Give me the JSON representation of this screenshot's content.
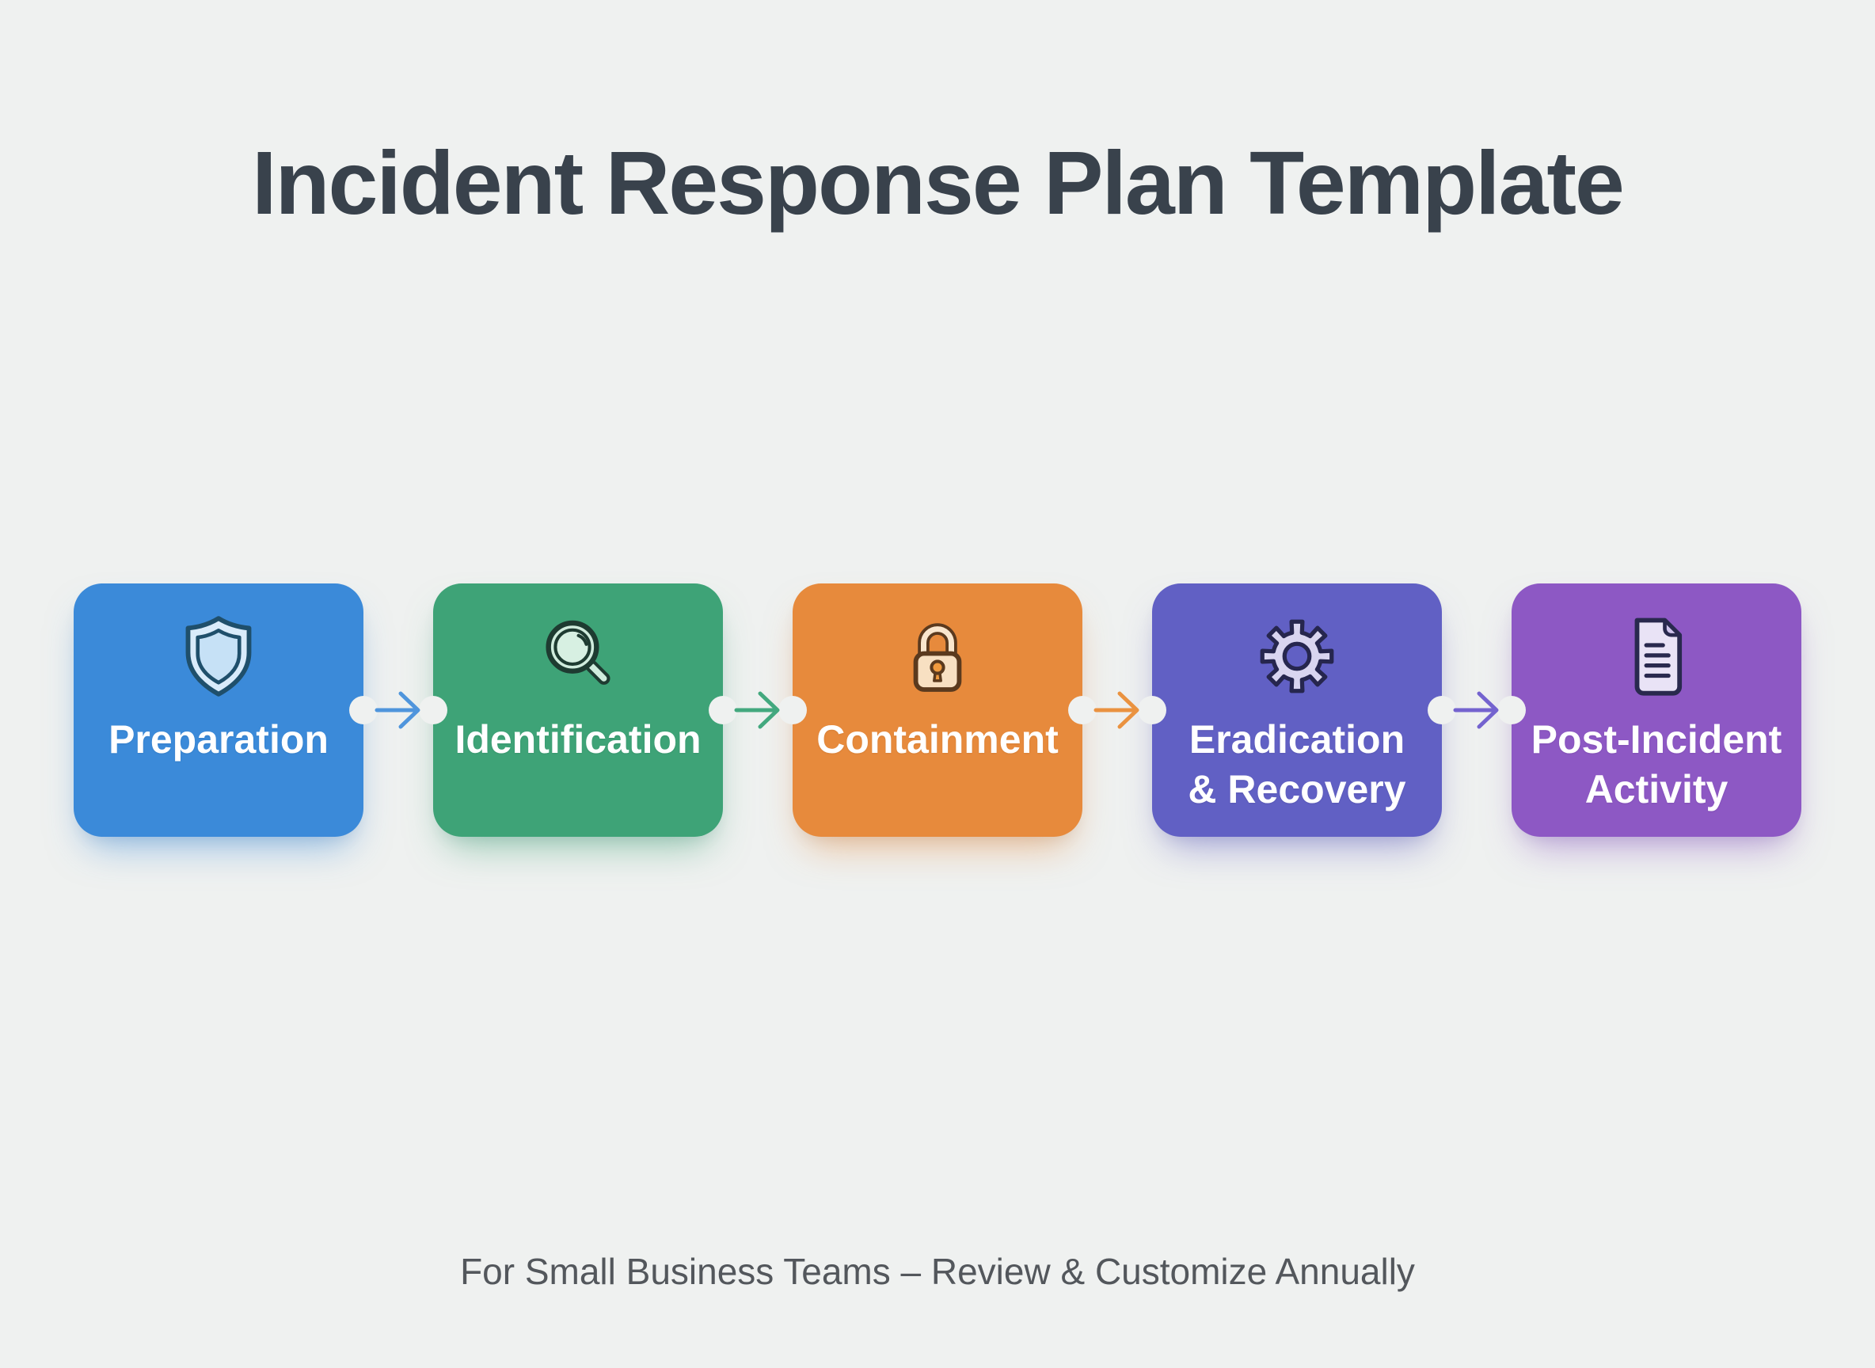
{
  "page": {
    "title": "Incident Response Plan Template",
    "footer": "For Small Business Teams – Review & Customize Annually",
    "background_color": "#eff1f0",
    "title_color": "#39424c",
    "footer_color": "#53575c"
  },
  "flow": {
    "stages": [
      {
        "id": "preparation",
        "label": "Preparation",
        "color": "#3b8ad9",
        "icon": "shield-icon"
      },
      {
        "id": "identification",
        "label": "Identification",
        "color": "#3ea377",
        "icon": "magnifier-icon"
      },
      {
        "id": "containment",
        "label": "Containment",
        "color": "#e78a3c",
        "icon": "lock-icon"
      },
      {
        "id": "eradication-recovery",
        "label": "Eradication\n& Recovery",
        "color": "#6160c4",
        "icon": "gear-icon"
      },
      {
        "id": "post-incident",
        "label": "Post-Incident\nActivity",
        "color": "#8d58c4",
        "icon": "document-icon"
      }
    ],
    "arrows": [
      {
        "from": "preparation",
        "to": "identification",
        "color": "#4f95dc"
      },
      {
        "from": "identification",
        "to": "containment",
        "color": "#43a87e"
      },
      {
        "from": "containment",
        "to": "eradication-recovery",
        "color": "#ea9240"
      },
      {
        "from": "eradication-recovery",
        "to": "post-incident",
        "color": "#7463cf"
      }
    ]
  }
}
